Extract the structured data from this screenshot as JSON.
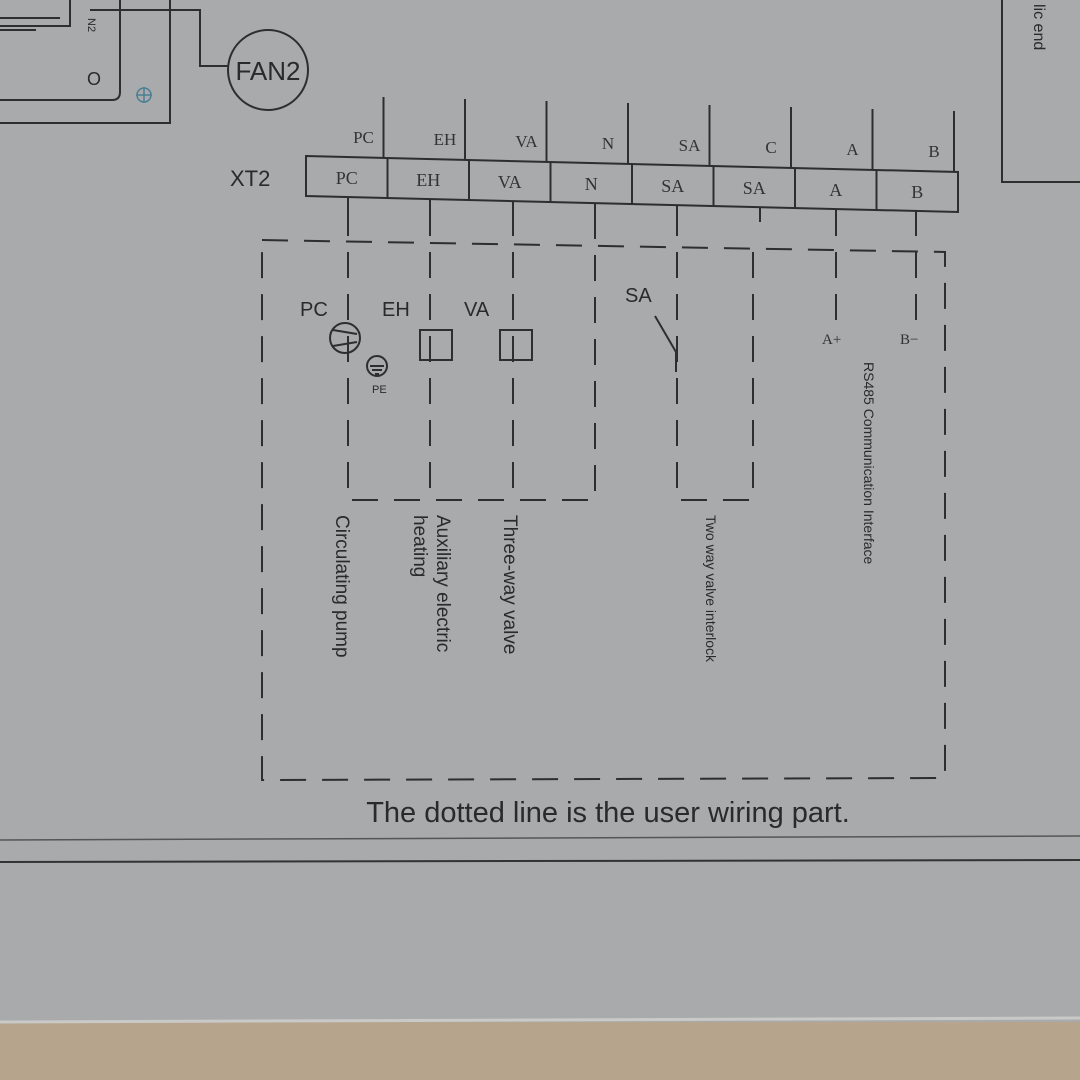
{
  "top": {
    "fan_label": "FAN2",
    "right_box_text": "lic end",
    "left_box_text": "N2",
    "left_box_symbol": "O"
  },
  "terminal_block": {
    "label": "XT2",
    "wire_labels": [
      "PC",
      "EH",
      "VA",
      "N",
      "SA",
      "C",
      "A",
      "B"
    ],
    "terminals": [
      "PC",
      "EH",
      "VA",
      "N",
      "SA",
      "SA",
      "A",
      "B"
    ]
  },
  "components": {
    "pump": {
      "symbol": "PC",
      "ground": "PE",
      "description": "Circulating pump"
    },
    "heater": {
      "symbol": "EH",
      "description_line1": "Auxiliary electric",
      "description_line2": "heating"
    },
    "valve": {
      "symbol": "VA",
      "description": "Three-way valve"
    },
    "switch": {
      "symbol": "SA",
      "description": "Two way valve interlock"
    },
    "rs485": {
      "a": "A+",
      "b": "B−",
      "description": "RS485 Communication Interface"
    }
  },
  "footer_note": "The dotted line is the user wiring part."
}
